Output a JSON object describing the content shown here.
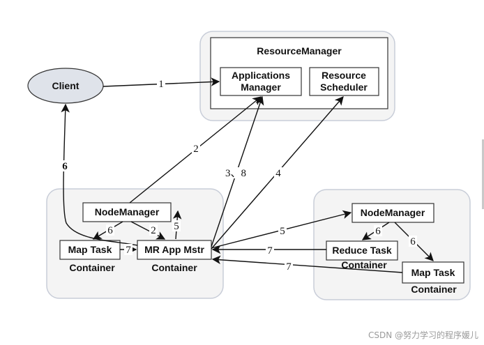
{
  "nodes": {
    "client": "Client",
    "resource_manager": "ResourceManager",
    "apps_manager_line1": "Applications",
    "apps_manager_line2": "Manager",
    "scheduler_line1": "Resource",
    "scheduler_line2": "Scheduler",
    "nm_left": "NodeManager",
    "nm_right": "NodeManager",
    "map_task_left": "Map Task",
    "mr_app_mstr": "MR App Mstr",
    "reduce_task": "Reduce Task",
    "map_task_right": "Map Task",
    "container_map_left": "Container",
    "container_mr": "Container",
    "container_reduce": "Container",
    "container_map_right": "Container"
  },
  "edges": {
    "client_to_apps": "1",
    "mr_to_apps_nm": "2",
    "nm_to_mr": "2",
    "mr_to_apps": "3、8",
    "mr_to_scheduler": "4",
    "nm_left_to_mr_loop": "5",
    "mr_to_nm_right": "5",
    "mr_to_client": "6",
    "nm_to_map_left": "6",
    "nm_right_to_reduce": "6",
    "nm_right_to_map_right": "6",
    "map_left_to_mr": "7",
    "reduce_to_mr": "7",
    "map_right_to_mr": "7"
  },
  "watermark": "CSDN @努力学习的程序媛儿",
  "colors": {
    "region_fill": "#f4f4f4",
    "region_stroke": "#c8cdd8",
    "box_stroke": "#333333",
    "client_fill": "#dfe3ea",
    "arrow": "#111111"
  }
}
